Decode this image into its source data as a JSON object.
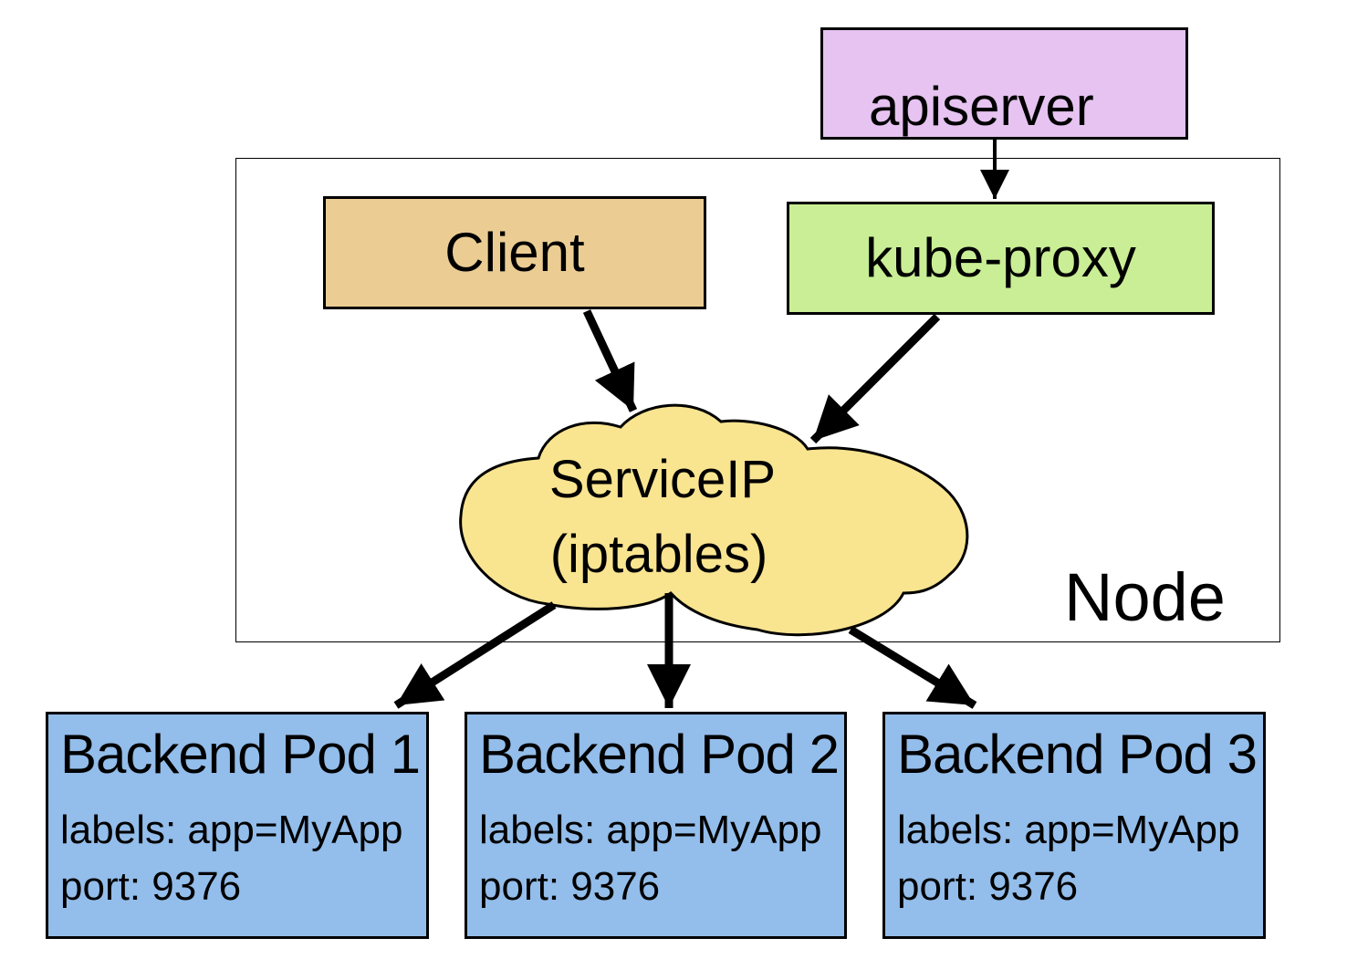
{
  "colors": {
    "apiserver_fill": "#e6c3f1",
    "client_fill": "#ebcd93",
    "kube_proxy_fill": "#c9ee95",
    "cloud_fill": "#f9e490",
    "pod_fill": "#93bdea",
    "border": "#000000"
  },
  "node": {
    "label": "Node"
  },
  "apiserver": {
    "label": "apiserver"
  },
  "client": {
    "label": "Client"
  },
  "kube_proxy": {
    "label": "kube-proxy"
  },
  "service": {
    "line1": "ServiceIP",
    "line2": "(iptables)"
  },
  "pods": [
    {
      "title": "Backend Pod 1",
      "labels": "labels: app=MyApp",
      "port": "port: 9376"
    },
    {
      "title": "Backend Pod 2",
      "labels": "labels: app=MyApp",
      "port": "port: 9376"
    },
    {
      "title": "Backend Pod 3",
      "labels": "labels: app=MyApp",
      "port": "port: 9376"
    }
  ]
}
